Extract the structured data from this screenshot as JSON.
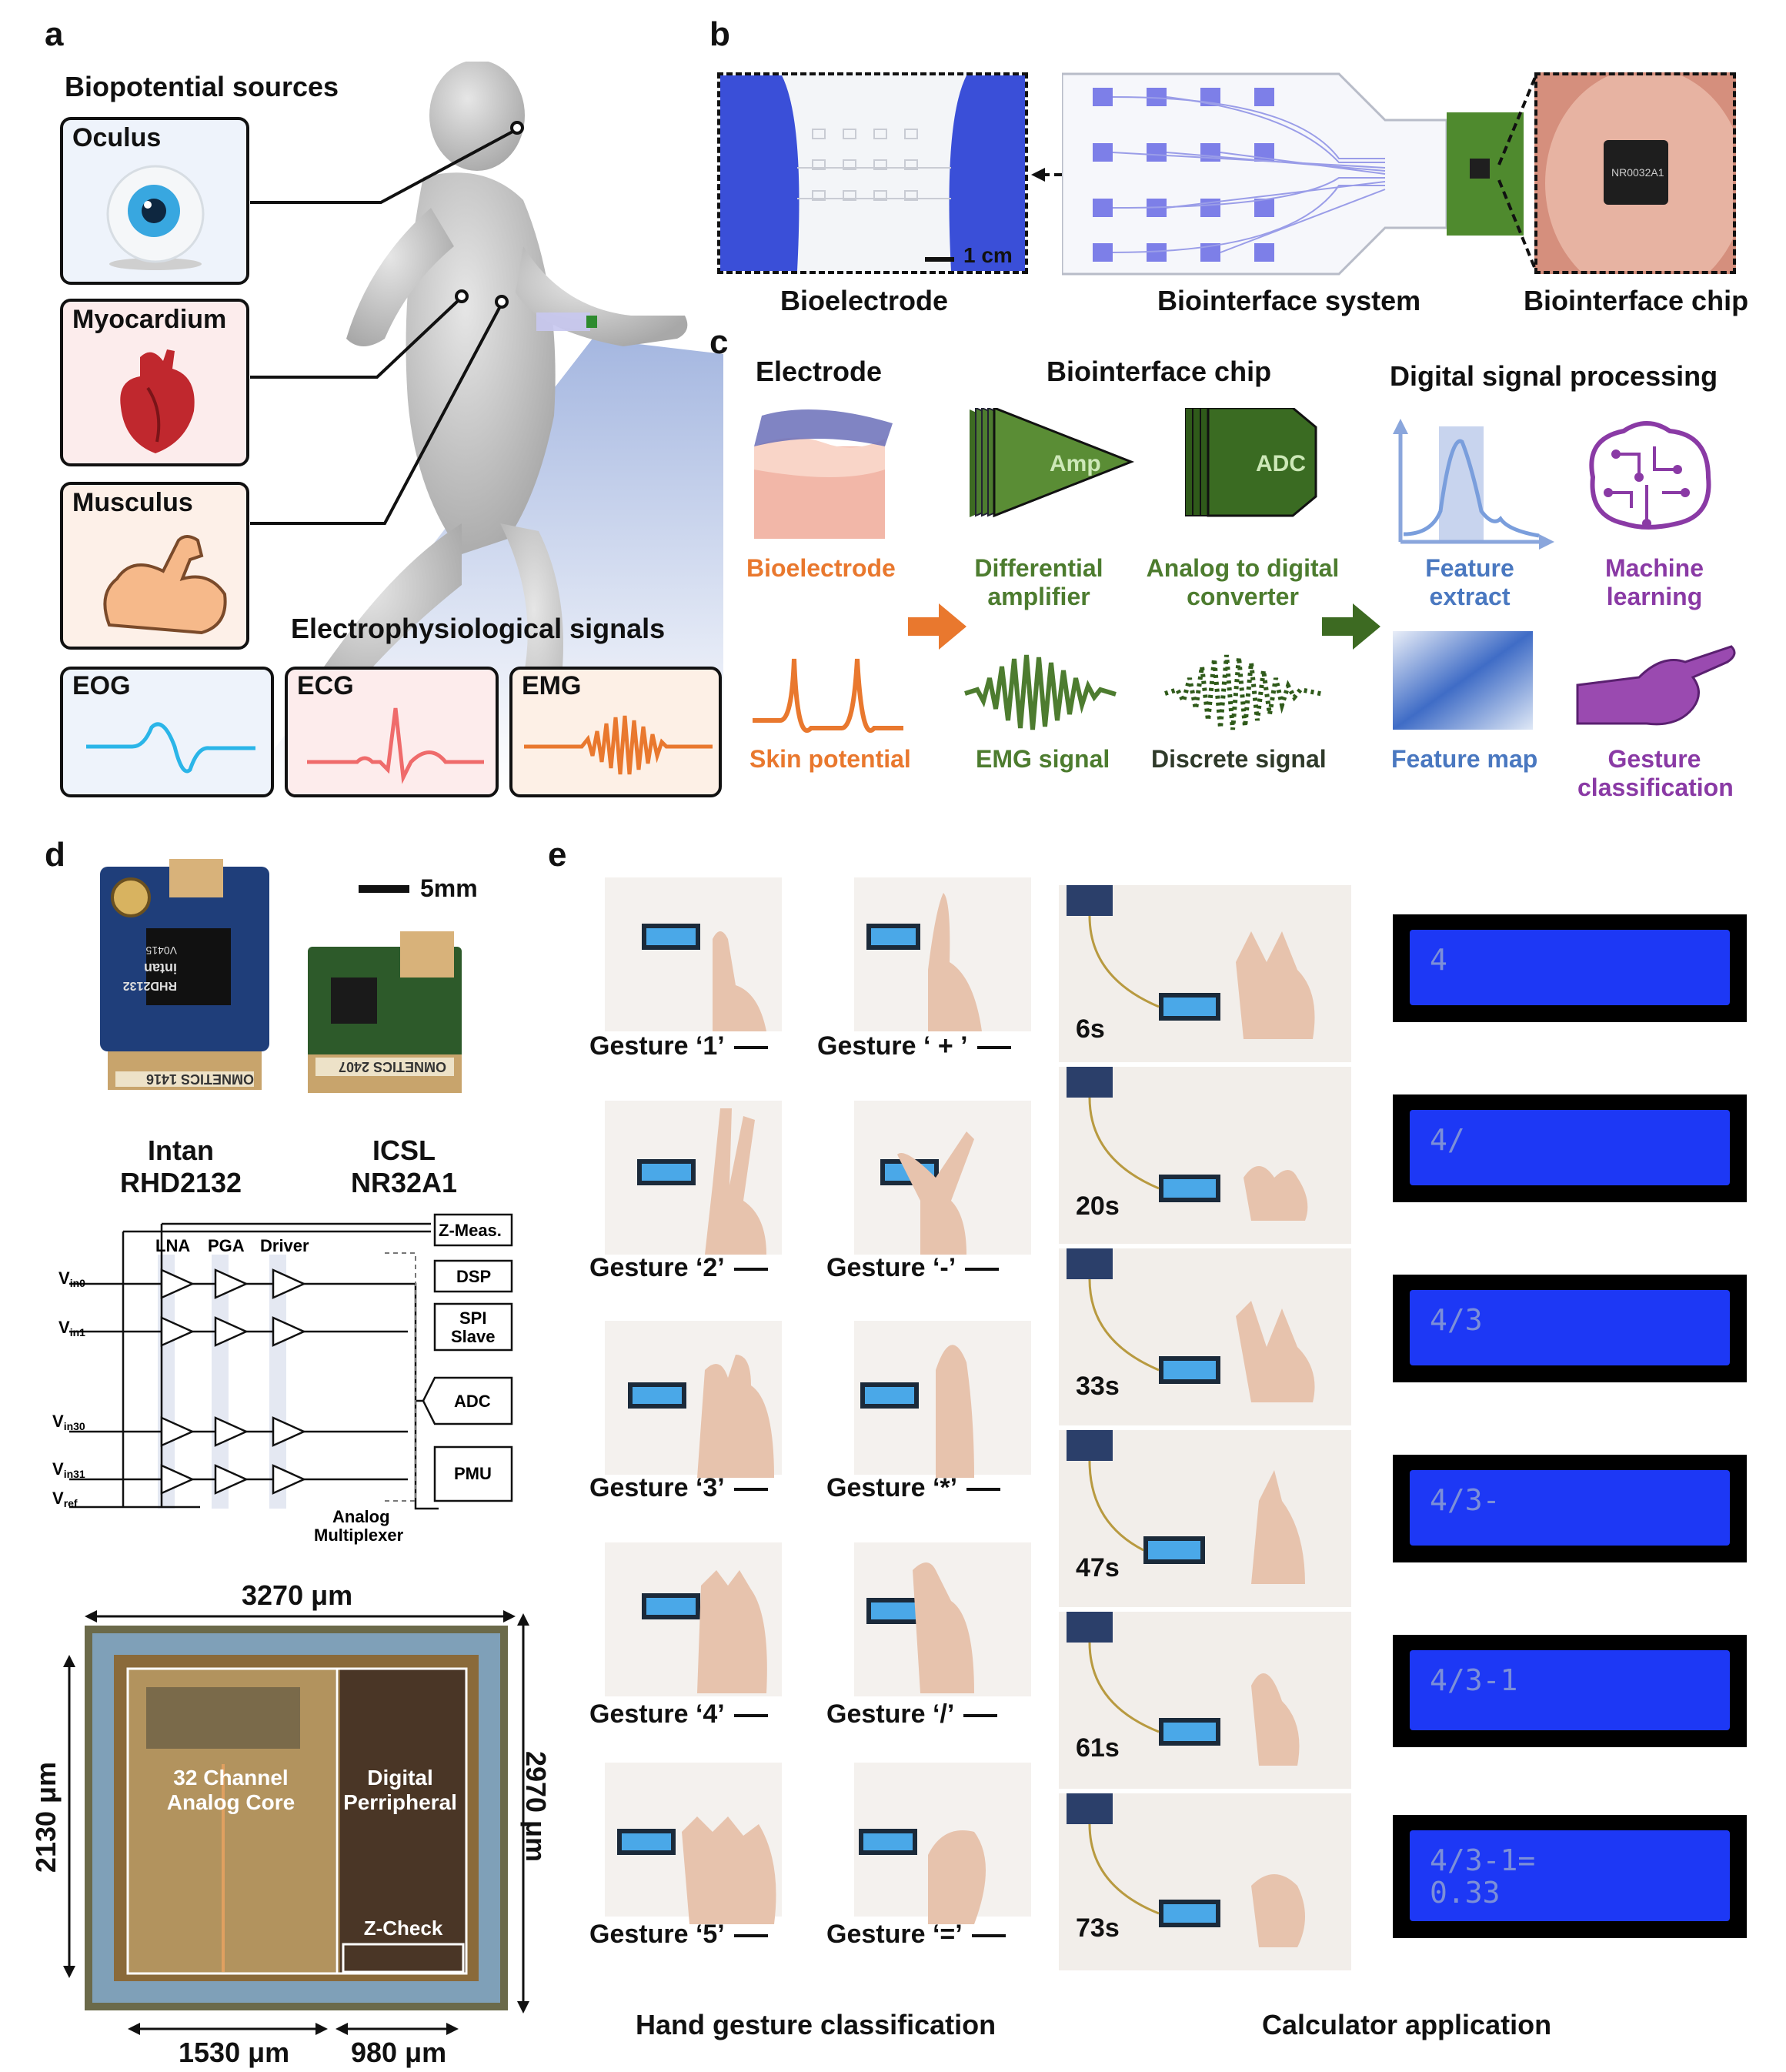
{
  "panels": {
    "a": "a",
    "b": "b",
    "c": "c",
    "d": "d",
    "e": "e"
  },
  "a": {
    "title": "Biopotential sources",
    "sources": [
      "Oculus",
      "Myocardium",
      "Musculus"
    ],
    "signals_title": "Electrophysiological signals",
    "signals": [
      "EOG",
      "ECG",
      "EMG"
    ],
    "colors": {
      "eog": "#2bb5e8",
      "ecg": "#ef6b6b",
      "emg": "#e9782e"
    }
  },
  "b": {
    "labels": [
      "Bioelectrode",
      "Biointerface system",
      "Biointerface chip"
    ],
    "scale": "1 cm",
    "chip_mark": "NR0032A1"
  },
  "c": {
    "headers": [
      "Electrode",
      "Biointerface chip",
      "Digital signal processing"
    ],
    "amp": "Amp",
    "adc": "ADC",
    "items": {
      "bioelectrode": "Bioelectrode",
      "diff_amp": [
        "Differential",
        "amplifier"
      ],
      "adc_conv": [
        "Analog to digital",
        "converter"
      ],
      "feature_extract": [
        "Feature",
        "extract"
      ],
      "ml": [
        "Machine",
        "learning"
      ],
      "skin": "Skin potential",
      "emg": "EMG signal",
      "discrete": "Discrete signal",
      "feature_map": "Feature map",
      "gesture": [
        "Gesture",
        "classification"
      ]
    },
    "colors": {
      "orange": "#e9782e",
      "green": "#4d7c2f",
      "blue": "#4a78c0",
      "purple": "#8a3aa5"
    }
  },
  "d": {
    "scale": "5mm",
    "chips": [
      {
        "name": [
          "Intan",
          "RHD2132"
        ],
        "mark": [
          "RHD2132",
          "intan",
          "V0415"
        ],
        "connector": "OMNETICS 1416"
      },
      {
        "name": [
          "ICSL",
          "NR32A1"
        ],
        "connector": "OMNETICS 2407"
      }
    ],
    "schematic": {
      "inputs": [
        "V",
        "V",
        "V",
        "V",
        "V"
      ],
      "input_subs": [
        "in0",
        "in1",
        "in30",
        "in31",
        "ref"
      ],
      "stages": [
        "LNA",
        "PGA",
        "Driver"
      ],
      "blocks": [
        "Z-Meas.",
        "DSP",
        "SPI",
        "Slave",
        "ADC",
        "PMU"
      ],
      "mux": [
        "Analog",
        "Multiplexer"
      ]
    },
    "die": {
      "width": "3270 μm",
      "height": "2970 μm",
      "core_height": "2130 μm",
      "core_width": "1530 μm",
      "digital_width": "980 μm",
      "core": [
        "32 Channel",
        "Analog Core"
      ],
      "digital": [
        "Digital",
        "Perripheral"
      ],
      "zcheck": "Z-Check"
    }
  },
  "e": {
    "gestures_left": [
      "Gesture ‘1’",
      "Gesture ‘2’",
      "Gesture ‘3’",
      "Gesture ‘4’",
      "Gesture ‘5’"
    ],
    "gestures_right": [
      "Gesture ‘ + ’",
      "Gesture ‘-’",
      "Gesture ‘*’",
      "Gesture ‘/’",
      "Gesture ‘=’"
    ],
    "times": [
      "6s",
      "20s",
      "33s",
      "47s",
      "61s",
      "73s"
    ],
    "lcd": [
      "4",
      "4/",
      "4/3",
      "4/3-",
      "4/3-1",
      "4/3-1=\n0.33"
    ],
    "captions": [
      "Hand gesture classification",
      "Calculator application"
    ]
  }
}
